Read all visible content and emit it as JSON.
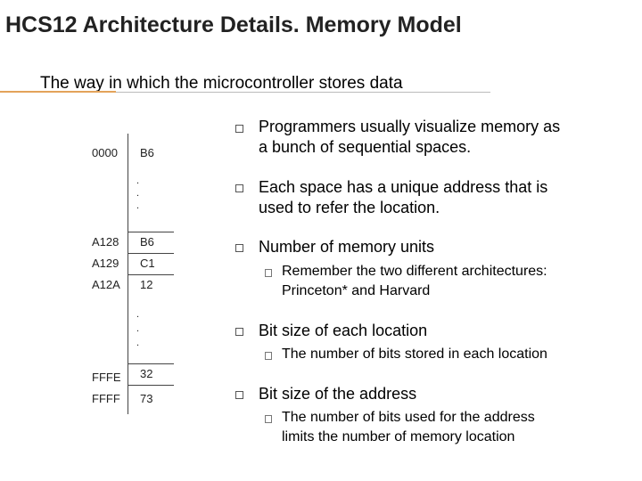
{
  "slide": {
    "title": "HCS12 Architecture Details. Memory Model",
    "subtitle": "The way in which the microcontroller stores data"
  },
  "memory_table": {
    "rows": [
      {
        "address": "0000",
        "value": "B6"
      },
      {
        "address": "A128",
        "value": "B6"
      },
      {
        "address": "A129",
        "value": "C1"
      },
      {
        "address": "A12A",
        "value": "12"
      },
      {
        "address": "FFFE",
        "value": "32"
      },
      {
        "address": "FFFF",
        "value": "73"
      }
    ],
    "ellipsis": "."
  },
  "bullets": [
    {
      "line1": "Programmers usually visualize memory as",
      "line2": "a bunch of sequential spaces."
    },
    {
      "line1": "Each space has a unique address that is",
      "line2": "used to refer the location."
    },
    {
      "line1": "Number of memory units",
      "sub1": "Remember the two different architectures:",
      "sub2": "Princeton* and Harvard"
    },
    {
      "line1": "Bit size of each location",
      "sub1": "The number of bits stored in each location"
    },
    {
      "line1": "Bit size of the address",
      "sub1": "The number of bits used for the address",
      "sub2": "limits the number of memory location"
    }
  ]
}
